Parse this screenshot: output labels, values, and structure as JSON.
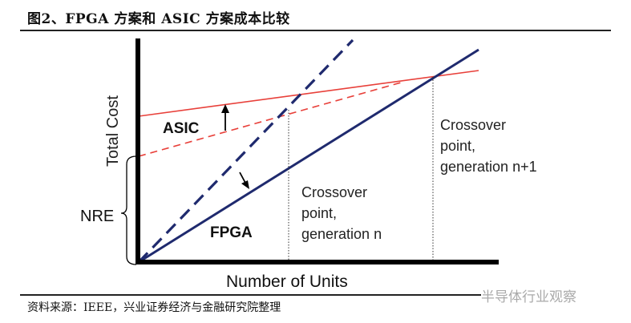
{
  "title": "图2、FPGA 方案和 ASIC 方案成本比较",
  "diagram": {
    "y_label": "Total Cost",
    "x_label": "Number of Units",
    "nre_label": "NRE",
    "asic_label": "ASIC",
    "fpga_label": "FPGA",
    "crossover_n": [
      "Crossover",
      "point,",
      "generation n"
    ],
    "crossover_n1": [
      "Crossover",
      "point,",
      "generation n+1"
    ],
    "colors": {
      "asic": "#e8403a",
      "fpga": "#1f2a6e",
      "axis": "#000000"
    }
  },
  "footer": "资料来源：IEEE，兴业证券经济与金融研究院整理",
  "watermark": "半导体行业观察"
}
